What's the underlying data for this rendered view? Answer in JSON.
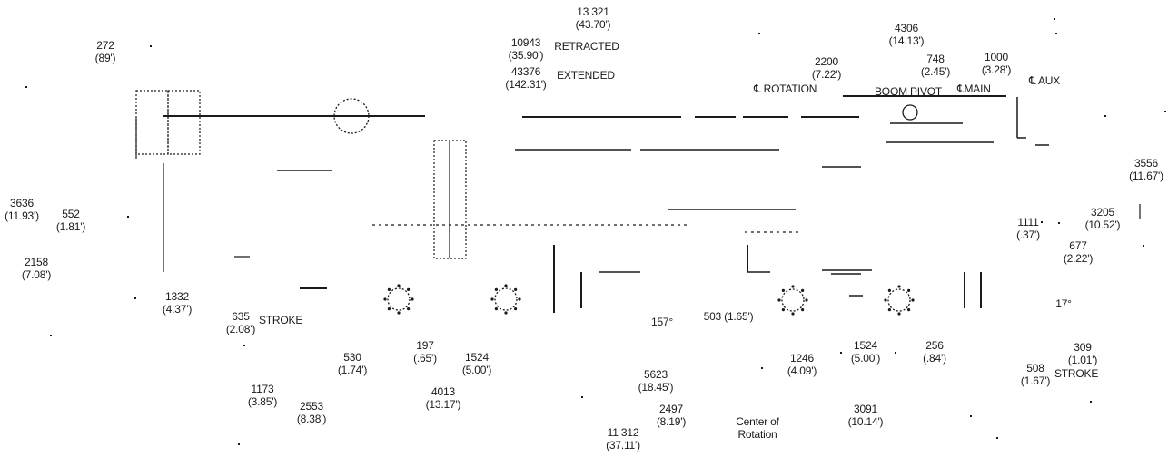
{
  "colors": {
    "ink": "#1a1a1a",
    "paper": "#ffffff"
  },
  "labels": [
    {
      "id": "boom-length-max",
      "lines": [
        "13 321",
        "(43.70')"
      ]
    },
    {
      "id": "boom-retracted",
      "lines": [
        "10943",
        "(35.90')"
      ]
    },
    {
      "id": "retracted-text",
      "lines": [
        "RETRACTED"
      ]
    },
    {
      "id": "boom-extended",
      "lines": [
        "43376",
        "(142.31')"
      ]
    },
    {
      "id": "extended-text",
      "lines": [
        "EXTENDED"
      ]
    },
    {
      "id": "jib-offset",
      "lines": [
        "272",
        "(89')"
      ]
    },
    {
      "id": "pivot-to-aux",
      "lines": [
        "4306",
        "(14.13')"
      ]
    },
    {
      "id": "rotation-to-pivot",
      "lines": [
        "2200",
        "(7.22')"
      ]
    },
    {
      "id": "pivot-to-main",
      "lines": [
        "748",
        "(2.45')"
      ]
    },
    {
      "id": "main-to-aux",
      "lines": [
        "1000",
        "(3.28')"
      ]
    },
    {
      "id": "centerline-rotation",
      "lines": [
        "℄ ROTATION"
      ]
    },
    {
      "id": "boom-pivot",
      "lines": [
        "BOOM PIVOT"
      ]
    },
    {
      "id": "centerline-main",
      "lines": [
        "℄MAIN"
      ]
    },
    {
      "id": "centerline-aux",
      "lines": [
        "℄ AUX"
      ]
    },
    {
      "id": "cab-height",
      "lines": [
        "3636",
        "(11.93')"
      ]
    },
    {
      "id": "counterweight-height",
      "lines": [
        "552",
        "(1.81')"
      ]
    },
    {
      "id": "deck-height",
      "lines": [
        "2158",
        "(7.08')"
      ]
    },
    {
      "id": "overall-height",
      "lines": [
        "3556",
        "(11.67')"
      ]
    },
    {
      "id": "sheave-height",
      "lines": [
        "3205",
        "(10.52')"
      ]
    },
    {
      "id": "front-clearance",
      "lines": [
        "1111",
        "(.37')"
      ]
    },
    {
      "id": "front-overhang",
      "lines": [
        "677",
        "(2.22')"
      ]
    },
    {
      "id": "rear-outrigger",
      "lines": [
        "1332",
        "(4.37')"
      ]
    },
    {
      "id": "rear-stroke",
      "lines": [
        "635",
        "(2.08')"
      ]
    },
    {
      "id": "rear-stroke-text",
      "lines": [
        "STROKE"
      ]
    },
    {
      "id": "front-angle",
      "lines": [
        "17°"
      ]
    },
    {
      "id": "rear-angle",
      "lines": [
        "157°"
      ]
    },
    {
      "id": "rotation-offset",
      "lines": [
        "503 (1.65')"
      ]
    },
    {
      "id": "rear-axle-clear",
      "lines": [
        "530",
        "(1.74')"
      ]
    },
    {
      "id": "ground-clearance",
      "lines": [
        "197",
        "(.65')"
      ]
    },
    {
      "id": "rear-axle-spacing",
      "lines": [
        "1524",
        "(5.00')"
      ]
    },
    {
      "id": "front-axle-offset",
      "lines": [
        "1246",
        "(4.09')"
      ]
    },
    {
      "id": "front-axle-spacing",
      "lines": [
        "1524",
        "(5.00')"
      ]
    },
    {
      "id": "front-tire",
      "lines": [
        "256",
        "(.84')"
      ]
    },
    {
      "id": "front-outrigger-beam",
      "lines": [
        "309",
        "(1.01')"
      ]
    },
    {
      "id": "front-stroke",
      "lines": [
        "508",
        "(1.67')"
      ]
    },
    {
      "id": "front-stroke-text",
      "lines": [
        "STROKE"
      ]
    },
    {
      "id": "rear-overhang",
      "lines": [
        "1173",
        "(3.85')"
      ]
    },
    {
      "id": "rear-outrigger-span",
      "lines": [
        "2553",
        "(8.38')"
      ]
    },
    {
      "id": "rear-group",
      "lines": [
        "4013",
        "(13.17')"
      ]
    },
    {
      "id": "wheelbase",
      "lines": [
        "5623",
        "(18.45')"
      ]
    },
    {
      "id": "rotation-to-rear-axle",
      "lines": [
        "2497",
        "(8.19')"
      ]
    },
    {
      "id": "center-of-rotation",
      "lines": [
        "Center of",
        "Rotation"
      ]
    },
    {
      "id": "rotation-to-front",
      "lines": [
        "3091",
        "(10.14')"
      ]
    },
    {
      "id": "overall-length",
      "lines": [
        "11 312",
        "(37.11')"
      ]
    }
  ]
}
